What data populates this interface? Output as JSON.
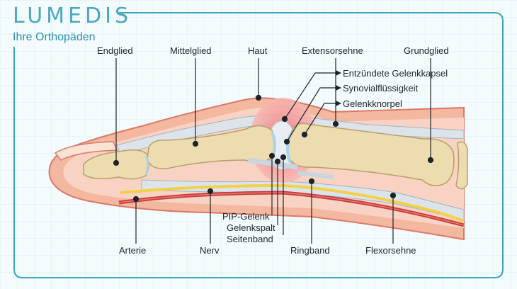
{
  "brand": {
    "name": "LUMEDIS",
    "tagline": "Ihre Orthopäden"
  },
  "labels": {
    "endglied": "Endglied",
    "mittelglied": "Mittelglied",
    "haut": "Haut",
    "extensorsehne": "Extensorsehne",
    "grundglied": "Grundglied",
    "entzuendete_gelenkkapsel": "Entzündete Gelenkkapsel",
    "synovialfluessigkeit": "Synovialflüssigkeit",
    "gelenkknorpel": "Gelenkknorpel",
    "pip_gelenk": "PIP-Gelenk",
    "gelenkspalt": "Gelenkspalt",
    "seitenband": "Seitenband",
    "arterie": "Arterie",
    "nerv": "Nerv",
    "ringband": "Ringband",
    "flexorsehne": "Flexorsehne"
  },
  "colors": {
    "brand": "#4aa7c2",
    "frame": "#3aa6b9",
    "skin": "#f4b7a0",
    "bone": "#ecdcb0",
    "tendon": "#dce4ea",
    "inflammation": "#ef8d8d",
    "artery": "#c53a37",
    "nerve": "#f2d049"
  }
}
